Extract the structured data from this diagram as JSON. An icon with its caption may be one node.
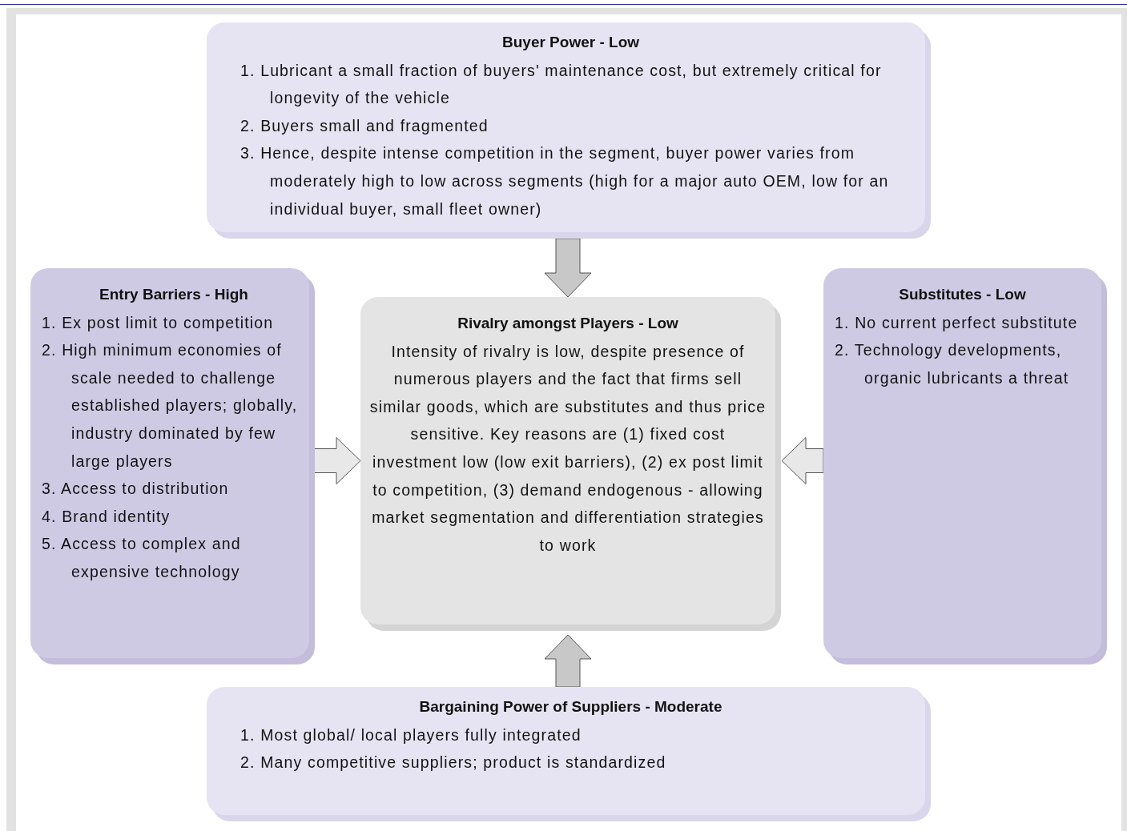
{
  "diagram": {
    "nodes": [
      {
        "text": [
          "Buyer Power - Low",
          "1. Lubricant a small fraction of buyers' maintenance cost, but extremely critical for longevity of the vehicle",
          "2. Buyers small and fragmented",
          "3. Hence, despite intense competition in the segment, buyer power varies from moderately high to low across segments (high for a major auto OEM, low for an individual buyer, small fleet owner)"
        ]
      },
      {
        "text": [
          "Entry Barriers - High",
          "1. Ex post limit to competition",
          "2. High minimum economies of scale needed to challenge  established players; globally, industry dominated by few large players",
          "3. Access to distribution",
          "4. Brand identity",
          "5. Access to complex and expensive technology"
        ]
      },
      {
        "text": [
          "Rivalry amongst Players - Low",
          "Intensity of rivalry is low, despite presence of numerous players and the fact that firms sell similar goods, which are substitutes and thus price sensitive. Key reasons are (1) fixed cost investment low (low exit barriers), (2) ex post limit to competition, (3) demand endogenous - allowing market segmentation and differentiation strategies to work"
        ]
      },
      {
        "text": [
          "Substitutes - Low",
          "1. No current perfect substitute",
          "2. Technology developments, organic lubricants a threat"
        ]
      },
      {
        "text": [
          "Bargaining Power of Suppliers - Moderate",
          "1. Most global/ local players fully integrated",
          "2. Many competitive suppliers; product is standardized"
        ]
      }
    ],
    "edges": [
      {
        "from": 0,
        "to": 2,
        "arrow": "to"
      },
      {
        "from": 1,
        "to": 2,
        "arrow": "to"
      },
      {
        "from": 3,
        "to": 2,
        "arrow": "to"
      },
      {
        "from": 4,
        "to": 2,
        "arrow": "to"
      }
    ]
  }
}
